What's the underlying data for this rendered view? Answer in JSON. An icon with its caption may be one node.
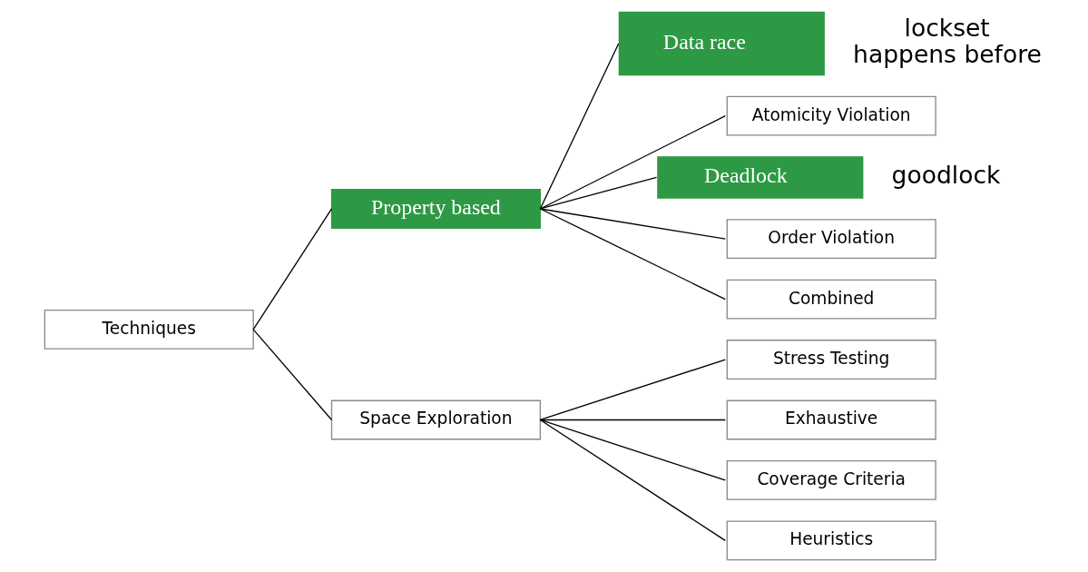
{
  "diagram": {
    "nodes": [
      {
        "text": [
          "Techniques"
        ]
      },
      {
        "text": [
          "Property based"
        ]
      },
      {
        "text": [
          "Data race"
        ],
        "beside": [
          "lockset",
          "happens before"
        ]
      },
      {
        "text": [
          "Atomicity Violation"
        ]
      },
      {
        "text": [
          "Deadlock"
        ],
        "beside": [
          "goodlock"
        ]
      },
      {
        "text": [
          "Order Violation"
        ]
      },
      {
        "text": [
          "Combined"
        ]
      },
      {
        "text": [
          "Space Exploration"
        ]
      },
      {
        "text": [
          "Stress Testing"
        ]
      },
      {
        "text": [
          "Exhaustive"
        ]
      },
      {
        "text": [
          "Coverage Criteria"
        ]
      },
      {
        "text": [
          "Heuristics"
        ]
      }
    ],
    "edges": [
      {
        "from": 0,
        "to": 1,
        "arrow": "none"
      },
      {
        "from": 0,
        "to": 7,
        "arrow": "none"
      },
      {
        "from": 1,
        "to": 2,
        "arrow": "none"
      },
      {
        "from": 1,
        "to": 3,
        "arrow": "none"
      },
      {
        "from": 1,
        "to": 4,
        "arrow": "none"
      },
      {
        "from": 1,
        "to": 5,
        "arrow": "none"
      },
      {
        "from": 1,
        "to": 6,
        "arrow": "none"
      },
      {
        "from": 7,
        "to": 8,
        "arrow": "none"
      },
      {
        "from": 7,
        "to": 9,
        "arrow": "none"
      },
      {
        "from": 7,
        "to": 10,
        "arrow": "none"
      },
      {
        "from": 7,
        "to": 11,
        "arrow": "none"
      }
    ]
  }
}
